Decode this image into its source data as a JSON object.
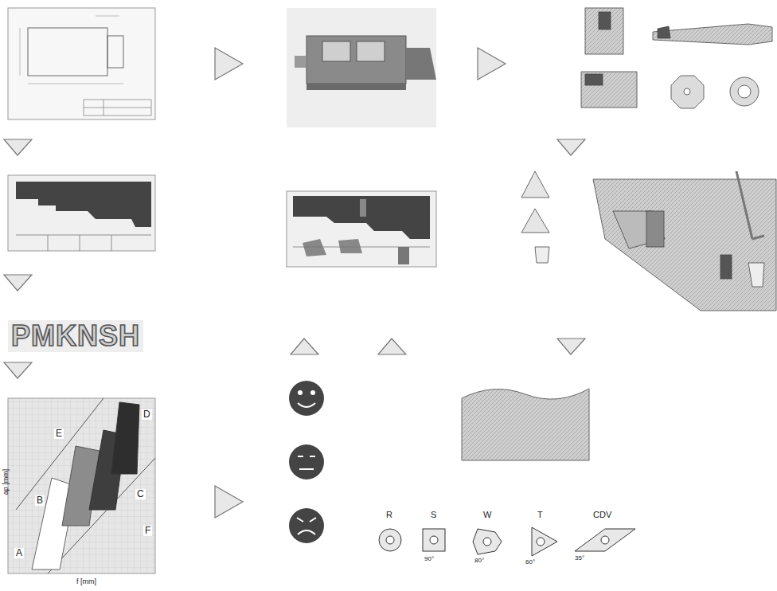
{
  "diagram": {
    "labels": [
      "PMKNSH",
      "E",
      "D",
      "B",
      "C",
      "A",
      "F",
      "ap [mm]",
      "f [mm]",
      "R",
      "S",
      "W",
      "T",
      "CDV",
      "90°",
      "80°",
      "60°",
      "35°"
    ]
  }
}
